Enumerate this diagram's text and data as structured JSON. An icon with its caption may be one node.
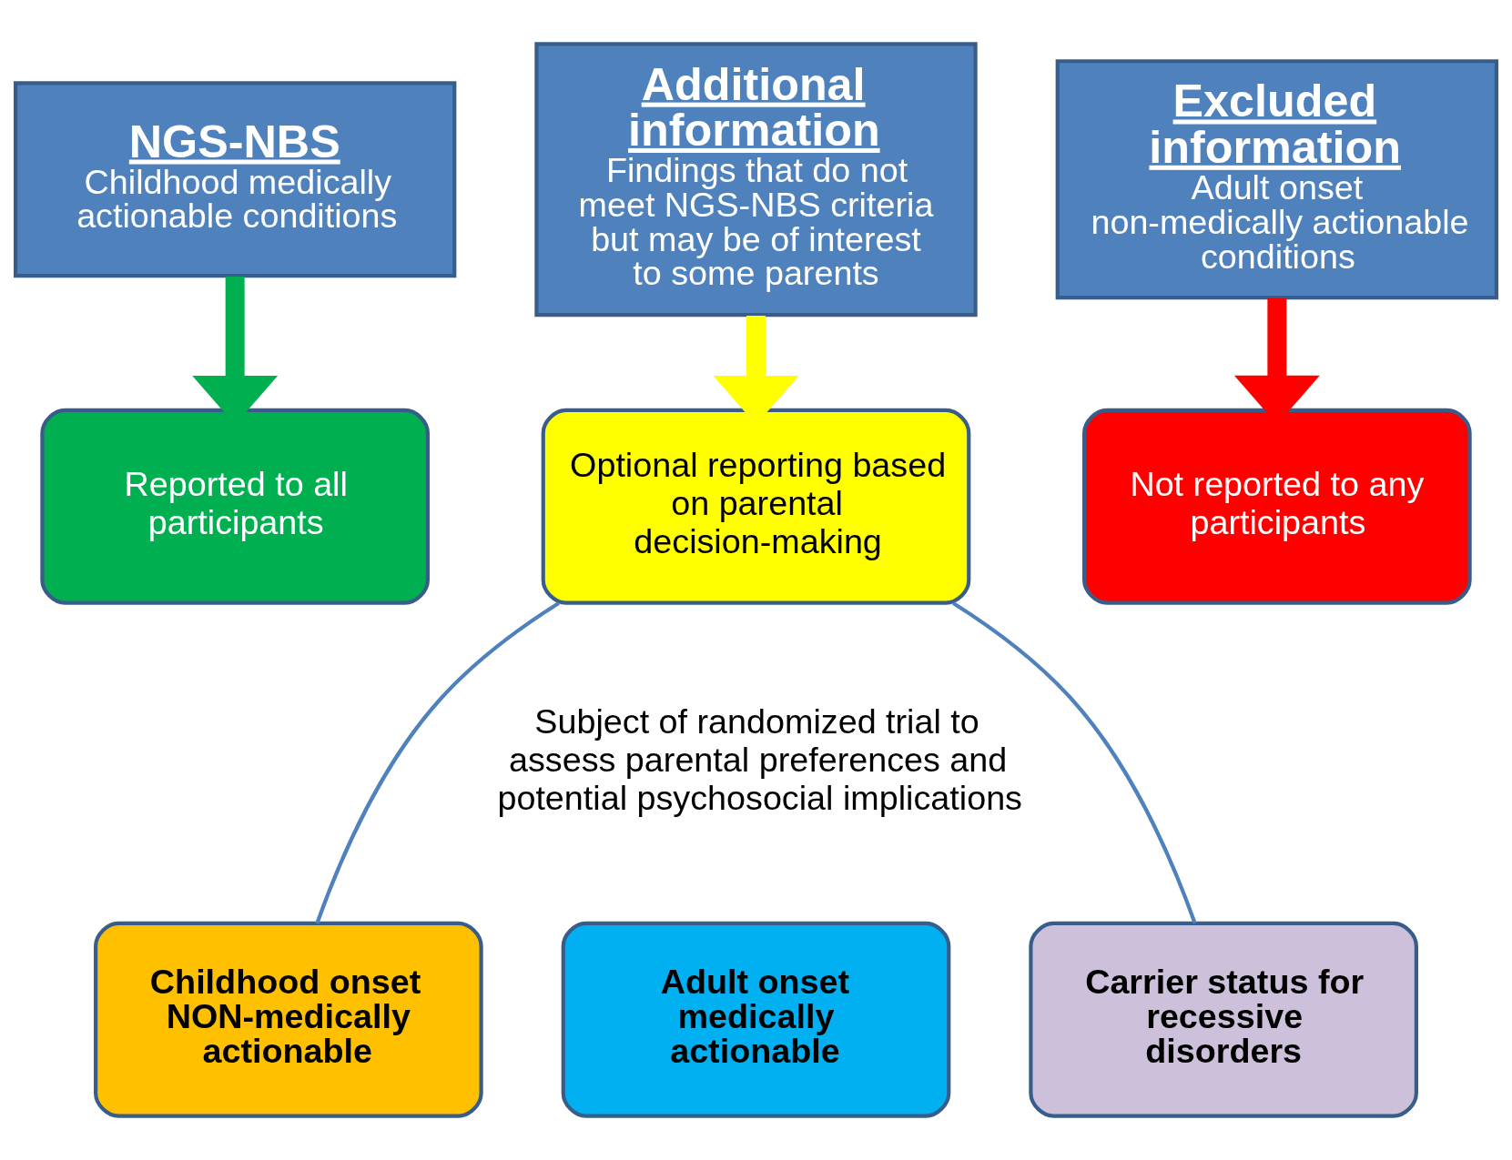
{
  "diagram": {
    "nodes": [
      {
        "text": [
          "NGS-NBS",
          "Childhood medically actionable conditions"
        ]
      },
      {
        "text": [
          "Additional information",
          "Findings that do not meet NGS-NBS criteria but may be of interest to some parents"
        ]
      },
      {
        "text": [
          "Excluded information",
          "Adult onset non-medically actionable conditions"
        ]
      },
      {
        "text": [
          "Reported to all participants"
        ]
      },
      {
        "text": [
          "Optional reporting based on parental decision-making"
        ]
      },
      {
        "text": [
          "Not reported to any participants"
        ]
      },
      {
        "text": [
          "Childhood onset NON-medically actionable"
        ]
      },
      {
        "text": [
          "Adult onset medically actionable"
        ]
      },
      {
        "text": [
          "Carrier status for recessive disorders"
        ]
      }
    ],
    "edges": [
      {
        "from": 0,
        "to": 3,
        "arrow": "to",
        "color": "#00b050"
      },
      {
        "from": 1,
        "to": 4,
        "arrow": "to",
        "color": "#ffff00"
      },
      {
        "from": 2,
        "to": 5,
        "arrow": "to",
        "color": "#ff0000"
      },
      {
        "from": 4,
        "to": 6,
        "arrow": "none"
      },
      {
        "from": 4,
        "to": 8,
        "arrow": "none"
      }
    ],
    "labels": [
      "Subject of randomized trial to assess parental preferences and potential psychosocial implications"
    ]
  }
}
